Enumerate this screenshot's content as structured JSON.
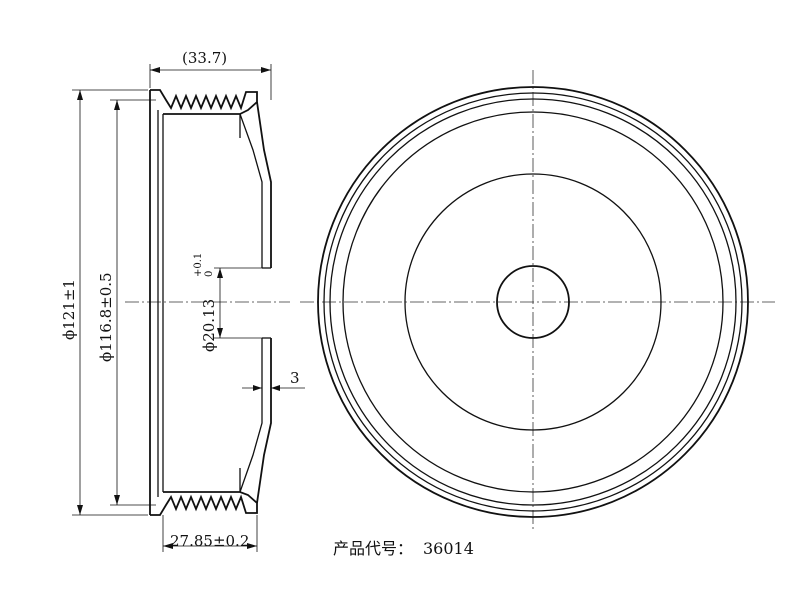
{
  "dimensions": {
    "overall_width": "(33.7)",
    "outer_diameter": "ϕ121±1",
    "groove_diameter": "ϕ116.8±0.5",
    "bore_diameter": "ϕ20.13",
    "bore_tol_upper": "+0.1",
    "bore_tol_lower": "0",
    "wall_thickness": "3",
    "groove_width": "27.85±0.2"
  },
  "product_code": {
    "label": "产品代号：",
    "value": "36014"
  },
  "colors": {
    "line": "#111111",
    "background": "#ffffff"
  }
}
